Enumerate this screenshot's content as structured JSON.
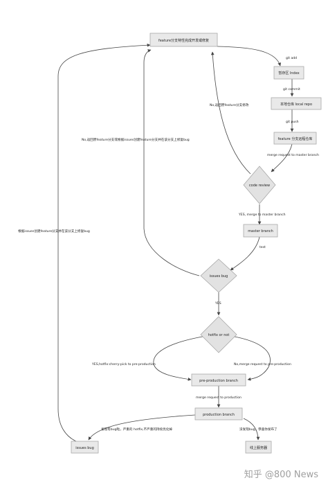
{
  "nodes": {
    "feature_develop": "feature分支特性完成开发或修复",
    "staging": "暂存区 Index",
    "local_repo": "本地仓库 local repo",
    "remote": "feature 分支远程仓库",
    "code_review": "code review",
    "master": "master branch",
    "issues_check": "issues bug",
    "hotfix": "hotfix or not",
    "preprod": "pre-production branch",
    "prod": "production branch",
    "issues_bug": "issues bug",
    "online": "线上服务器"
  },
  "edges": {
    "git_add": "git add",
    "git_commit": "git commit",
    "git_push": "git push",
    "merge_master": "merge request to master branch",
    "no_review": "No,返回原feature分支修改",
    "yes_merge": "YES, merge to master branch",
    "test": "test",
    "no_issues": "No,返回原feature分支或根据issues创建feature分支并在该分支上修复bug",
    "yes": "YES",
    "yes_hotfix": "YES,hotfix:cherry-pick to pre-production",
    "no_merge_pre": "No,merge request to pre-production",
    "merge_prod": "merge request to production",
    "bug_found": "发现有bug啦，严重的 hotfix,不严重的持续优化掉",
    "no_bug": "没发现bug，恭喜你发布了",
    "left_loop": "根据issues创建feature分支并在该分支上修复bug"
  },
  "watermark": "知乎 @800 News",
  "colors": {
    "node_fill": "#e9e9e9",
    "node_stroke": "#a8a8a8",
    "line": "#444444"
  }
}
